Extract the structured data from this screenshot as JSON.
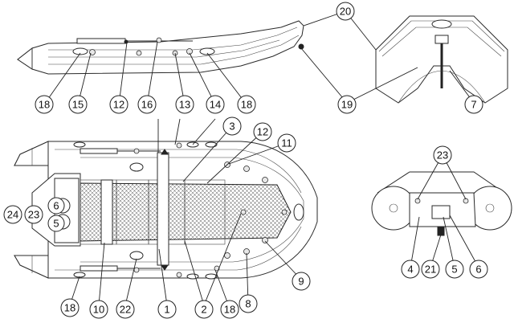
{
  "diagram": {
    "views": [
      "side-view",
      "top-view",
      "transom-detail",
      "stern-view"
    ],
    "callouts": [
      {
        "id": "c20",
        "label": "20"
      },
      {
        "id": "c18a",
        "label": "18"
      },
      {
        "id": "c15",
        "label": "15"
      },
      {
        "id": "c12a",
        "label": "12"
      },
      {
        "id": "c16",
        "label": "16"
      },
      {
        "id": "c13",
        "label": "13"
      },
      {
        "id": "c14",
        "label": "14"
      },
      {
        "id": "c18b",
        "label": "18"
      },
      {
        "id": "c19",
        "label": "19"
      },
      {
        "id": "c7",
        "label": "7"
      },
      {
        "id": "c3",
        "label": "3"
      },
      {
        "id": "c12b",
        "label": "12"
      },
      {
        "id": "c11",
        "label": "11"
      },
      {
        "id": "c23a",
        "label": "23"
      },
      {
        "id": "c24",
        "label": "24"
      },
      {
        "id": "c23b",
        "label": "23"
      },
      {
        "id": "c6a",
        "label": "6"
      },
      {
        "id": "c5a",
        "label": "5"
      },
      {
        "id": "c9",
        "label": "9"
      },
      {
        "id": "c8",
        "label": "8"
      },
      {
        "id": "c18c",
        "label": "18"
      },
      {
        "id": "c10",
        "label": "10"
      },
      {
        "id": "c22",
        "label": "22"
      },
      {
        "id": "c1",
        "label": "1"
      },
      {
        "id": "c2",
        "label": "2"
      },
      {
        "id": "c18d",
        "label": "18"
      },
      {
        "id": "c4",
        "label": "4"
      },
      {
        "id": "c21",
        "label": "21"
      },
      {
        "id": "c5b",
        "label": "5"
      },
      {
        "id": "c6b",
        "label": "6"
      }
    ]
  }
}
